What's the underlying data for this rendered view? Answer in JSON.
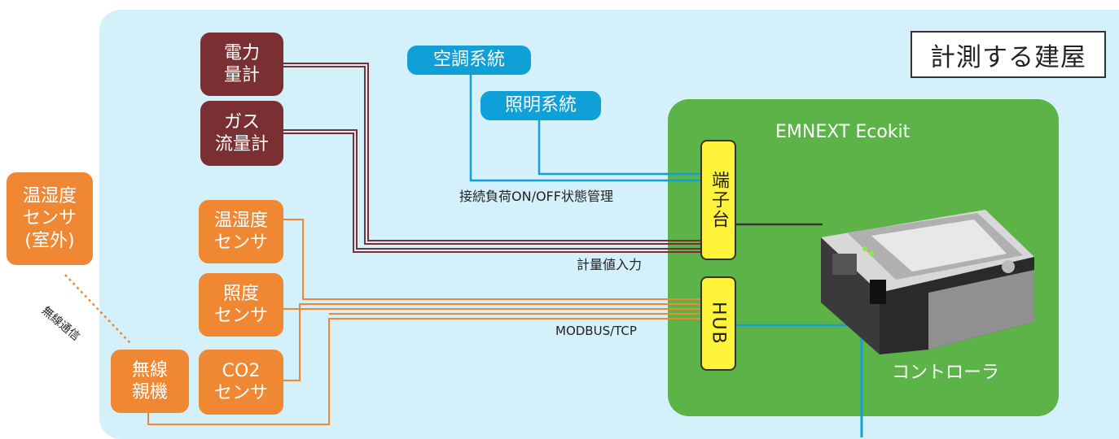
{
  "diagram": {
    "building_label": "計測する建屋",
    "controller_group": {
      "title": "EMNEXT Ecokit",
      "controller_label": "コントローラ"
    },
    "terminal_block": "端子台",
    "hub": "HUB",
    "meters": [
      {
        "label": "電力\n量計"
      },
      {
        "label": "ガス\n流量計"
      }
    ],
    "systems": [
      {
        "label": "空調系統"
      },
      {
        "label": "照明系統"
      }
    ],
    "sensors": [
      {
        "label": "温湿度\nセンサ"
      },
      {
        "label": "照度\nセンサ"
      },
      {
        "label": "CO2\nセンサ"
      }
    ],
    "outdoor_sensor": {
      "label": "温湿度\nセンサ\n(室外)"
    },
    "wireless_base": {
      "label": "無線\n親機"
    },
    "wireless_link": "無線通信",
    "connection_labels": {
      "load_status": "接続負荷ON/OFF状態管理",
      "meter_input": "計量値入力",
      "modbus": "MODBUS/TCP"
    },
    "colors": {
      "building_bg": "#d4f0fb",
      "meter": "#7a2f33",
      "sensor": "#f08732",
      "system": "#0fa0d8",
      "controller_group": "#5cb347",
      "terminal": "#fff43a"
    }
  }
}
